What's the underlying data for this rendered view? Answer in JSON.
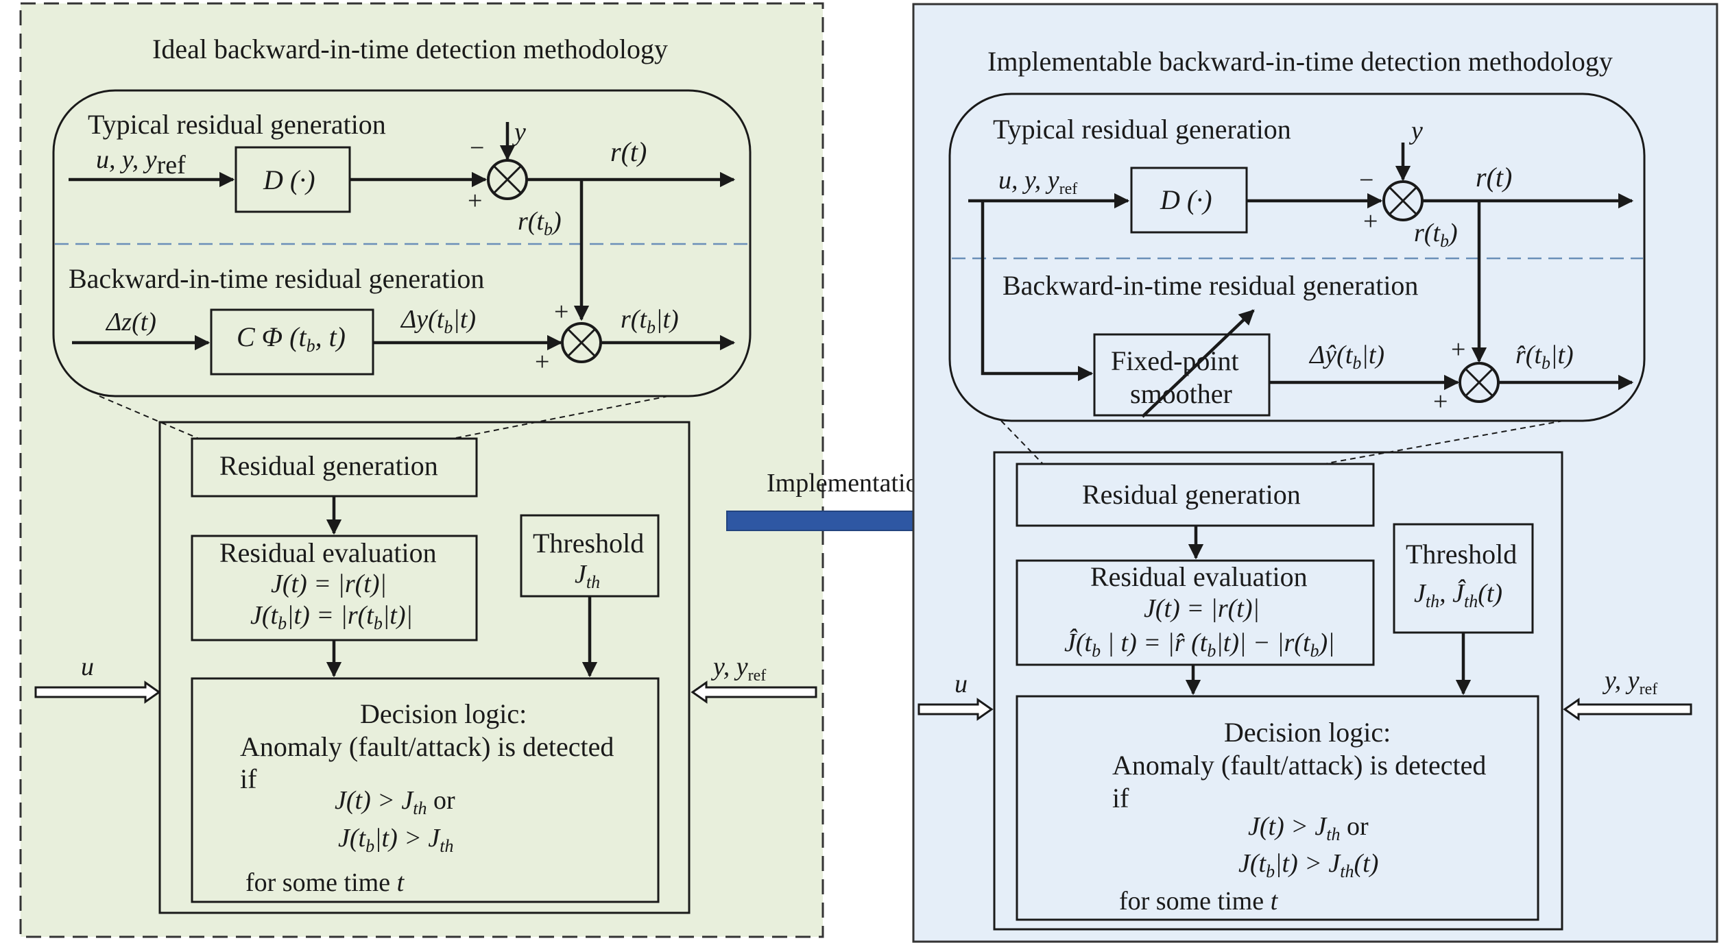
{
  "left_panel": {
    "title": "Ideal backward-in-time detection methodology",
    "typical_label": "Typical residual generation",
    "backward_label": "Backward-in-time residual generation",
    "inputs_uy": "u, y, y",
    "ref_sub": "ref",
    "D_block": "D (·)",
    "minus": "−",
    "plus": "+",
    "y_in": "y",
    "r_t": "r(t)",
    "r_tb_a": "r(t",
    "b_sub": "b",
    "close_paren": ")",
    "dz": "Δz(t)",
    "phi_block_a": "C Φ (t",
    "phi_block_b": ", t)",
    "dy_a": "Δy(t",
    "dy_b": "|t)",
    "r_tbt_a": "r(t",
    "r_tbt_b": "|t)",
    "residual_generation": "Residual generation",
    "residual_evaluation": "Residual evaluation",
    "eq1": "J(t) = |r(t)|",
    "eq2_a": "J(t",
    "eq2_b": "|t) = |r(t",
    "eq2_c": "|t)|",
    "threshold": "Threshold",
    "J": "J",
    "th_sub": "th",
    "decision_title": "Decision logic:",
    "decision_line1": "Anomaly (fault/attack) is detected",
    "decision_if": "if",
    "cond1_a": "J(t) > J",
    "cond1_b": " or",
    "cond2_a": "J(t",
    "cond2_b": "|t) > J",
    "for_some": "for some time ",
    "t_var": "t",
    "u_label": "u",
    "y_label": "y, y"
  },
  "arrow_label": "Implementation",
  "right_panel": {
    "title": "Implementable backward-in-time detection methodology",
    "typical_label": "Typical residual generation",
    "backward_label": "Backward-in-time residual generation",
    "smoother_line1": "Fixed-point",
    "smoother_line2": "smoother",
    "dyhat_a": "Δŷ(t",
    "dyhat_b": "|t)",
    "rhat_a": "r̂(t",
    "rhat_b": "|t)",
    "residual_generation": "Residual generation",
    "residual_evaluation": "Residual evaluation",
    "eq1": "J(t) = |r(t)|",
    "eq2_a": "Ĵ(t",
    "eq2_b": " | t) = |r̂ (t",
    "eq2_c": "|t)| − |r(t",
    "eq2_d": ")|",
    "threshold": "Threshold",
    "thr_a": "J",
    "thr_b": ", Ĵ",
    "thr_c": "(t)",
    "decision_title": "Decision logic:",
    "decision_line1": "Anomaly (fault/attack) is detected",
    "decision_if": "if",
    "cond1_a": "J(t) > J",
    "cond1_b": " or",
    "cond2_a": "J(t",
    "cond2_b": "|t) > J",
    "cond2_c": "(t)",
    "for_some": "for some time "
  },
  "colors": {
    "left_bg": "#e8efdc",
    "right_bg": "#e5eef8",
    "arrow": "#2e57a3",
    "dashed_divider": "#6a8fb8"
  }
}
